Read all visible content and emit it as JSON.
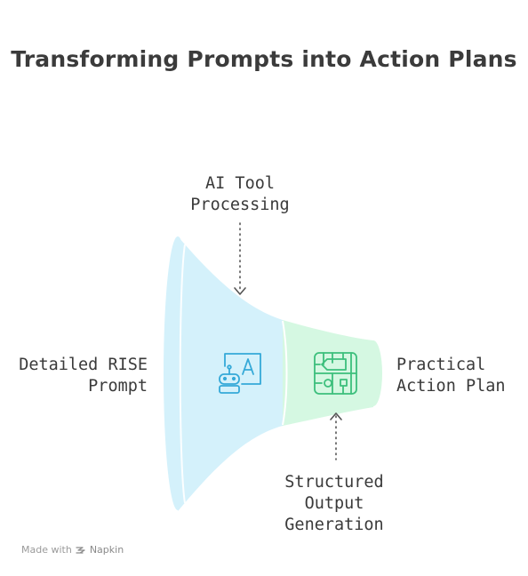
{
  "title": "Transforming Prompts into Action Plans",
  "labels": {
    "ai_tool": "AI Tool\nProcessing",
    "input": "Detailed RISE\nPrompt",
    "output": "Practical\nAction Plan",
    "structured": "Structured\nOutput\nGeneration"
  },
  "footer": {
    "made_with": "Made with",
    "brand": "Napkin"
  },
  "colors": {
    "stage1_fill": "#d4f1fb",
    "stage2_fill": "#d5f8e2",
    "icon_blue": "#35a9d8",
    "icon_green": "#3cbf7c",
    "arrow": "#555555"
  },
  "icons": [
    "robot-text-icon",
    "circuit-flowchart-icon",
    "napkin-logo-icon"
  ]
}
